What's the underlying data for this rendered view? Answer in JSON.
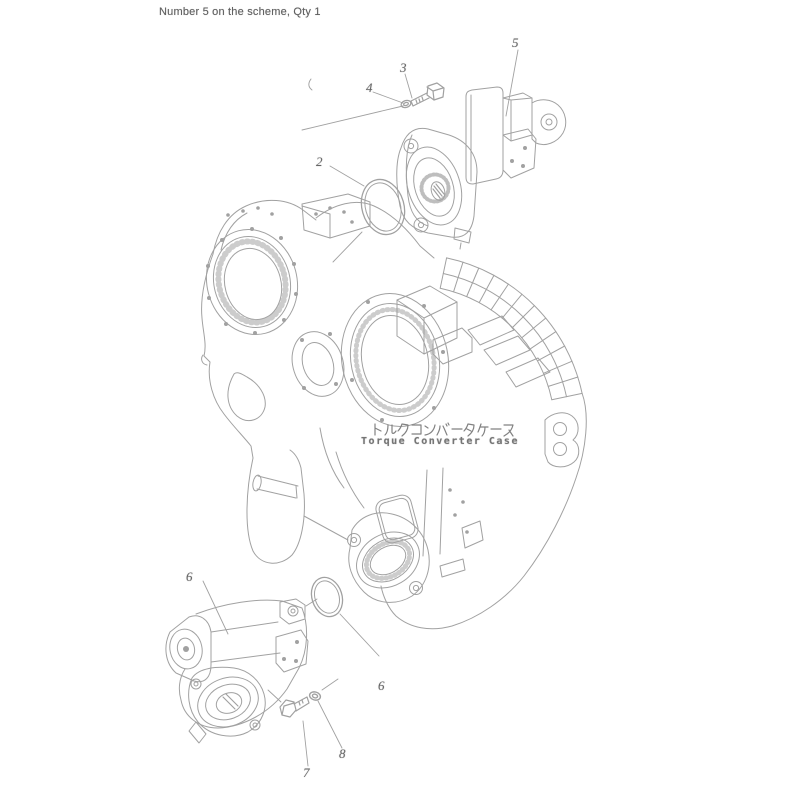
{
  "caption": "Number 5 on the scheme, Qty 1",
  "case_label": {
    "japanese": "トルクコンバータケース",
    "english": "Torque Converter Case"
  },
  "part_labels": [
    {
      "name": "part-label-2",
      "text": "2"
    },
    {
      "name": "part-label-3",
      "text": "3"
    },
    {
      "name": "part-label-4",
      "text": "4"
    },
    {
      "name": "part-label-5",
      "text": "5"
    },
    {
      "name": "part-label-6-pump",
      "text": "6"
    },
    {
      "name": "part-label-6-oring",
      "text": "6"
    },
    {
      "name": "part-label-7",
      "text": "7"
    },
    {
      "name": "part-label-8",
      "text": "8"
    }
  ],
  "icons": {
    "upper_pump": "hydraulic-gear-pump-drawing",
    "lower_pump": "hydraulic-gear-pump-drawing",
    "o_rings": "o-ring-seal-drawing",
    "fasteners": "hex-bolt-and-washer-drawing"
  },
  "colors": {
    "line_gray": "#9a9a9a",
    "label_gray": "#666666",
    "background": "#ffffff"
  }
}
